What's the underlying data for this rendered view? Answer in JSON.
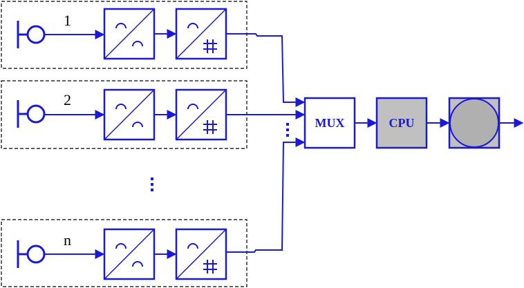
{
  "colors": {
    "line": "#1a1ad6",
    "group_border": "#000000",
    "cpu_fill": "#c0c0c0",
    "display_fill": "#b0b0b0"
  },
  "channels": [
    {
      "label": "1"
    },
    {
      "label": "2"
    },
    {
      "label": "n"
    }
  ],
  "mux": {
    "label": "MUX"
  },
  "cpu": {
    "label": "CPU"
  },
  "icons": {
    "sensor": "sensor-icon",
    "analog_filter": "analog-filter-icon",
    "adc": "analog-to-digital-converter-icon",
    "display": "display-icon",
    "ellipsis": "vertical-ellipsis-icon"
  }
}
